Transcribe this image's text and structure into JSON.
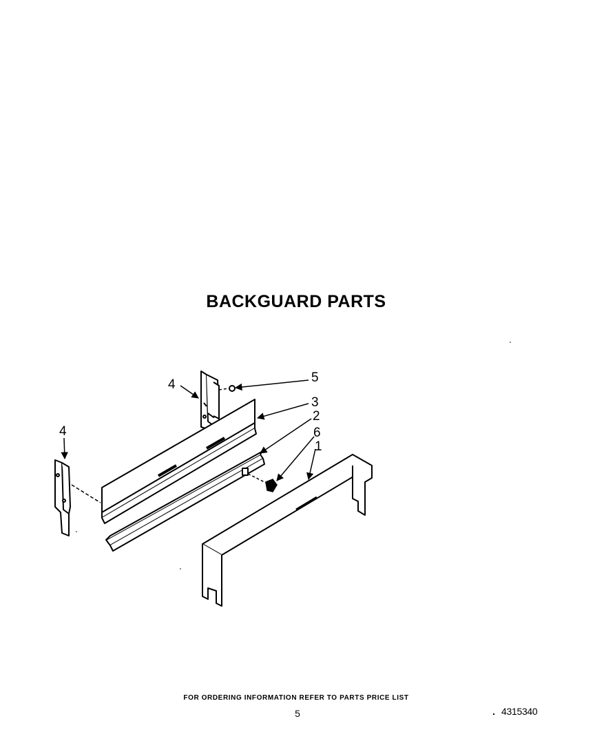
{
  "title": "BACKGUARD PARTS",
  "callouts": {
    "c1": "1",
    "c2": "2",
    "c3": "3",
    "c4_top": "4",
    "c4_left": "4",
    "c5": "5",
    "c6": "6"
  },
  "footer": {
    "ordering_note": "FOR ORDERING INFORMATION REFER TO PARTS PRICE LIST",
    "page_number": "5",
    "document_number": "4315340"
  }
}
